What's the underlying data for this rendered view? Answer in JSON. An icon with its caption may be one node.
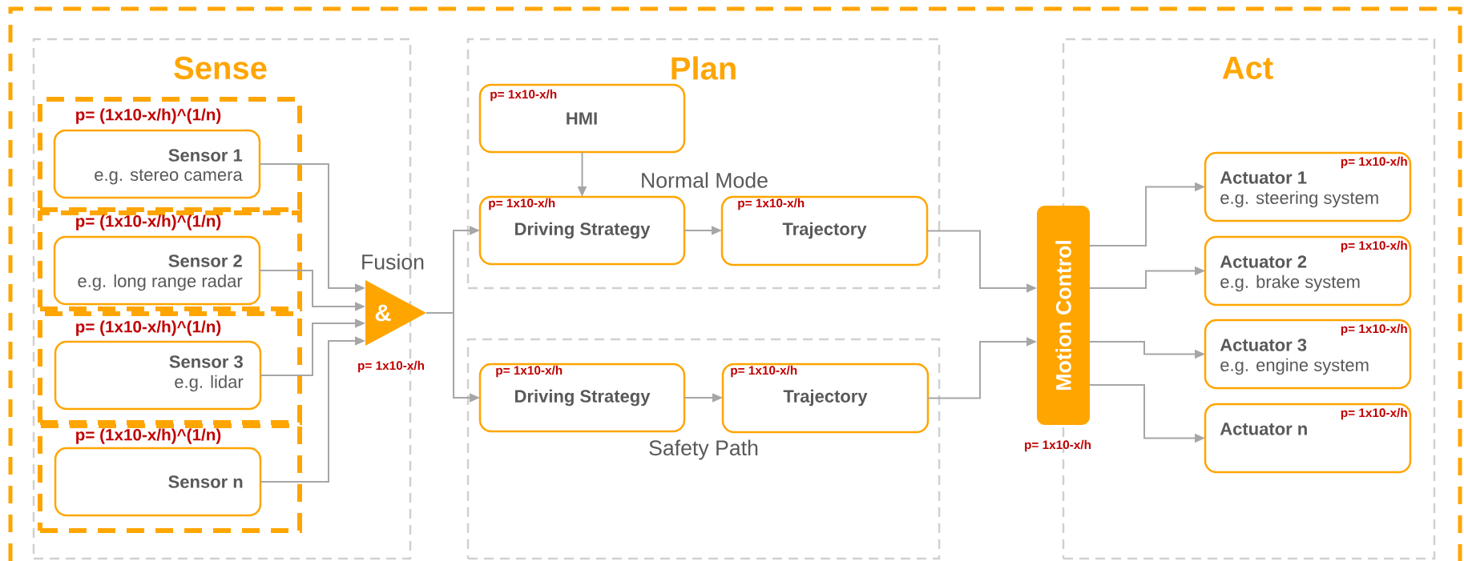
{
  "diagram": {
    "nodes": [
      {
        "text": [
          "Sense"
        ]
      },
      {
        "text": [
          "p= (1x10-x/h)^(1/n)"
        ],
        "in": 0
      },
      {
        "text": [
          "Sensor 1",
          "e.g. stereo camera"
        ],
        "in": 1
      },
      {
        "text": [
          "p= (1x10-x/h)^(1/n)"
        ],
        "in": 0
      },
      {
        "text": [
          "Sensor 2",
          "e.g. long range radar"
        ],
        "in": 3
      },
      {
        "text": [
          "p= (1x10-x/h)^(1/n)"
        ],
        "in": 0
      },
      {
        "text": [
          "Sensor 3",
          "e.g. lidar"
        ],
        "in": 5
      },
      {
        "text": [
          "p= (1x10-x/h)^(1/n)"
        ],
        "in": 0
      },
      {
        "text": [
          "Sensor n"
        ],
        "in": 7
      },
      {
        "text": [
          "&"
        ],
        "beside": [
          "Fusion",
          "p= 1x10-x/h"
        ]
      },
      {
        "text": [
          "Plan",
          "Normal Mode"
        ]
      },
      {
        "text": [
          "p= 1x10-x/h",
          "HMI"
        ],
        "in": 10
      },
      {
        "text": [
          "p= 1x10-x/h",
          "Driving Strategy"
        ],
        "in": 10
      },
      {
        "text": [
          "p= 1x10-x/h",
          "Trajectory"
        ],
        "in": 10
      },
      {
        "text": [
          "Safety Path"
        ]
      },
      {
        "text": [
          "p= 1x10-x/h",
          "Driving Strategy"
        ],
        "in": 14
      },
      {
        "text": [
          "p= 1x10-x/h",
          "Trajectory"
        ],
        "in": 14
      },
      {
        "text": [
          "Act"
        ]
      },
      {
        "text": [
          "Motion Control"
        ],
        "beside": [
          "p= 1x10-x/h"
        ]
      },
      {
        "text": [
          "p= 1x10-x/h",
          "Actuator 1",
          "e.g. steering system"
        ],
        "in": 17
      },
      {
        "text": [
          "p= 1x10-x/h",
          "Actuator 2",
          "e.g. brake system"
        ],
        "in": 17
      },
      {
        "text": [
          "p= 1x10-x/h",
          "Actuator 3",
          "e.g. engine system"
        ],
        "in": 17
      },
      {
        "text": [
          "p= 1x10-x/h",
          "Actuator n"
        ],
        "in": 17
      }
    ],
    "edges": [
      {
        "from": 2,
        "to": 9,
        "arrow": "to"
      },
      {
        "from": 4,
        "to": 9,
        "arrow": "to"
      },
      {
        "from": 6,
        "to": 9,
        "arrow": "to"
      },
      {
        "from": 8,
        "to": 9,
        "arrow": "to"
      },
      {
        "from": 9,
        "to": 12,
        "arrow": "to"
      },
      {
        "from": 9,
        "to": 15,
        "arrow": "to"
      },
      {
        "from": 11,
        "to": 12,
        "arrow": "to"
      },
      {
        "from": 12,
        "to": 13,
        "arrow": "to"
      },
      {
        "from": 15,
        "to": 16,
        "arrow": "to"
      },
      {
        "from": 13,
        "to": 18,
        "arrow": "to"
      },
      {
        "from": 16,
        "to": 18,
        "arrow": "to"
      },
      {
        "from": 18,
        "to": 19,
        "arrow": "to"
      },
      {
        "from": 18,
        "to": 20,
        "arrow": "to"
      },
      {
        "from": 18,
        "to": 21,
        "arrow": "to"
      },
      {
        "from": 18,
        "to": 22,
        "arrow": "to"
      }
    ]
  }
}
